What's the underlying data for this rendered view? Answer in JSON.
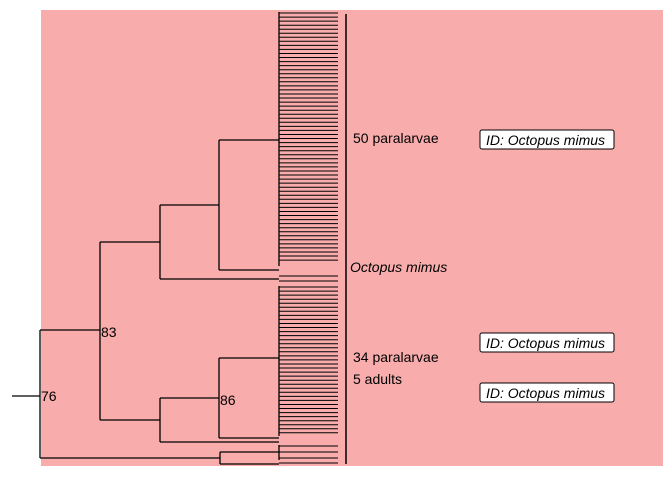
{
  "background_color": "#f8acac",
  "line_color": "#000000",
  "node_supports": [
    "83",
    "76",
    "86"
  ],
  "clade_labels": {
    "paralarvae_top": "50 paralarvae",
    "reference": "Octopus mimus",
    "paralarvae_bottom": "34 paralarvae",
    "adults": "5 adults"
  },
  "id_badges": [
    "ID: Octopus mimus",
    "ID: Octopus mimus",
    "ID: Octopus mimus"
  ]
}
